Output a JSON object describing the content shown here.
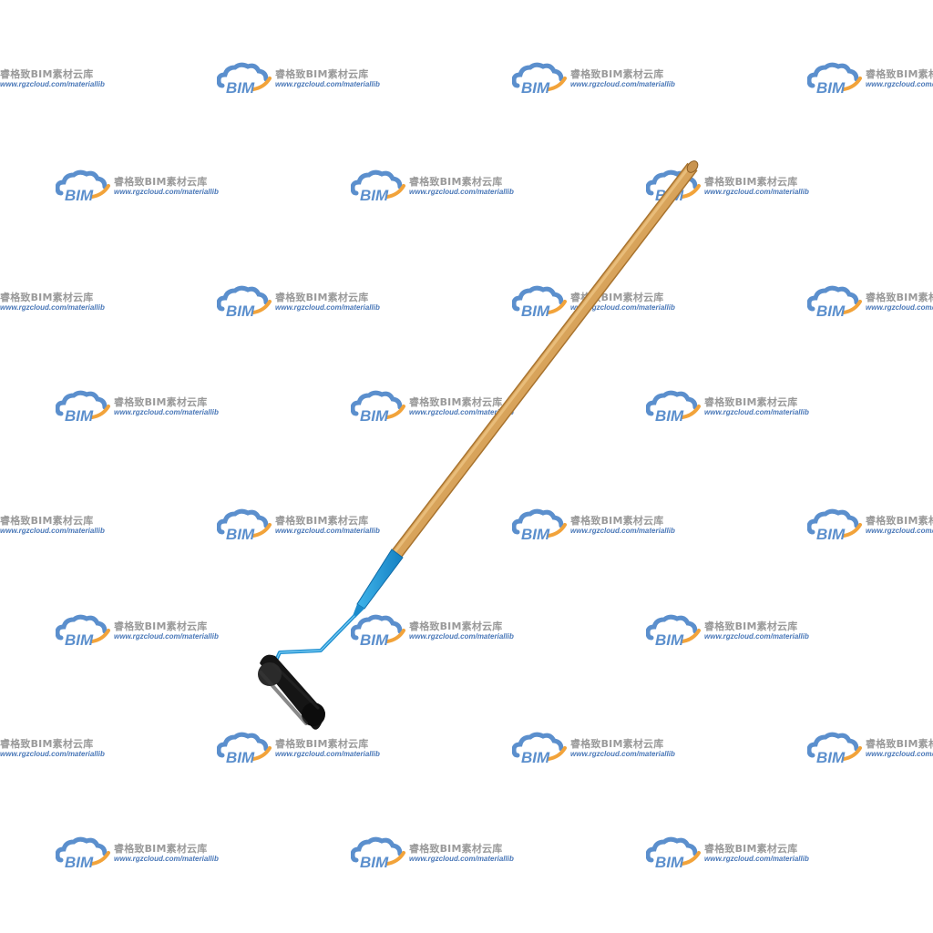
{
  "watermark": {
    "logo_text": "BIM",
    "brand_name": "睿格致BIM素材云库",
    "url": "www.rgzcloud.com/materiallib",
    "colors": {
      "cloud": "#5b8fcd",
      "swoosh": "#f2a33a",
      "text": "#9a9a9a",
      "url": "#4a78b8"
    }
  },
  "object": {
    "name": "paint-roller",
    "colors": {
      "handle": "#d9a55c",
      "handle_shade": "#a8732e",
      "grip": "#1f9ad6",
      "frame": "#1f8fd0",
      "roller": "#1b1b1b"
    }
  }
}
